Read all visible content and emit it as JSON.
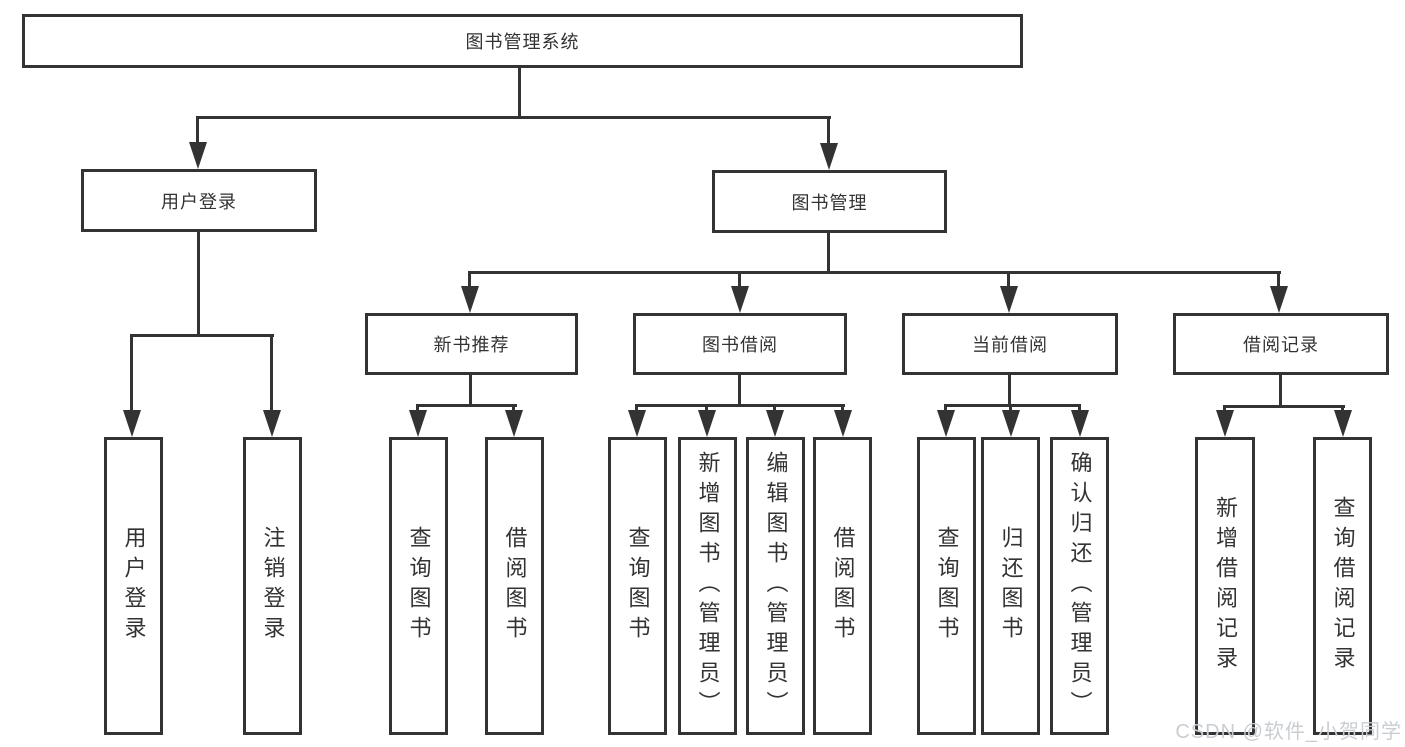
{
  "colors": {
    "line": "#333333",
    "text": "#333333",
    "background": "#ffffff",
    "watermark": "#c9ced3"
  },
  "tree": {
    "root": {
      "label": "图书管理系统"
    },
    "branches": [
      {
        "label": "用户登录",
        "children": [
          {
            "label": "用户登录"
          },
          {
            "label": "注销登录"
          }
        ]
      },
      {
        "label": "图书管理",
        "children": [
          {
            "label": "新书推荐",
            "children": [
              {
                "label": "查询图书"
              },
              {
                "label": "借阅图书"
              }
            ]
          },
          {
            "label": "图书借阅",
            "children": [
              {
                "label": "查询图书"
              },
              {
                "label": "新增图书（管理员）"
              },
              {
                "label": "编辑图书（管理员）"
              },
              {
                "label": "借阅图书"
              }
            ]
          },
          {
            "label": "当前借阅",
            "children": [
              {
                "label": "查询图书"
              },
              {
                "label": "归还图书"
              },
              {
                "label": "确认归还（管理员）"
              }
            ]
          },
          {
            "label": "借阅记录",
            "children": [
              {
                "label": "新增借阅记录"
              },
              {
                "label": "查询借阅记录"
              }
            ]
          }
        ]
      }
    ]
  },
  "watermark": {
    "text": "CSDN @软件_小贺同学"
  }
}
